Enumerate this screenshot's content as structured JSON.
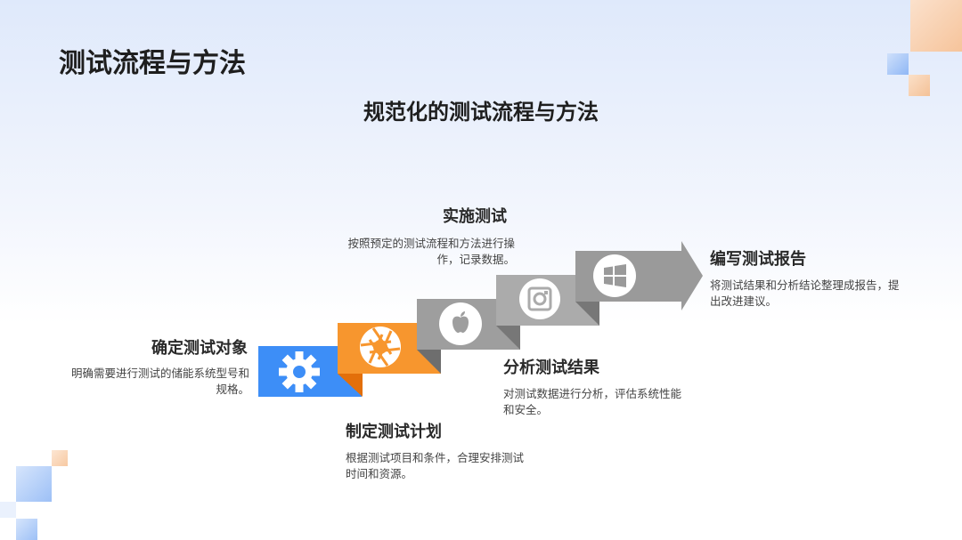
{
  "title": "测试流程与方法",
  "subtitle": "规范化的测试流程与方法",
  "steps": [
    {
      "title": "确定测试对象",
      "desc": "明确需要进行测试的储能系统型号和规格。",
      "icon": "gear-icon",
      "color": "#3d8ef7"
    },
    {
      "title": "制定测试计划",
      "desc": "根据测试项目和条件，合理安排测试时间和资源。",
      "icon": "aperture-icon",
      "color": "#f7962e"
    },
    {
      "title": "实施测试",
      "desc": "按照预定的测试流程和方法进行操作，记录数据。",
      "icon": "apple-icon",
      "color": "#9e9e9e"
    },
    {
      "title": "分析测试结果",
      "desc": "对测试数据进行分析，评估系统性能和安全。",
      "icon": "instagram-icon",
      "color": "#a8a8a8"
    },
    {
      "title": "编写测试报告",
      "desc": "将测试结果和分析结论整理成报告，提出改进建议。",
      "icon": "windows-icon",
      "color": "#9a9a9a"
    }
  ]
}
